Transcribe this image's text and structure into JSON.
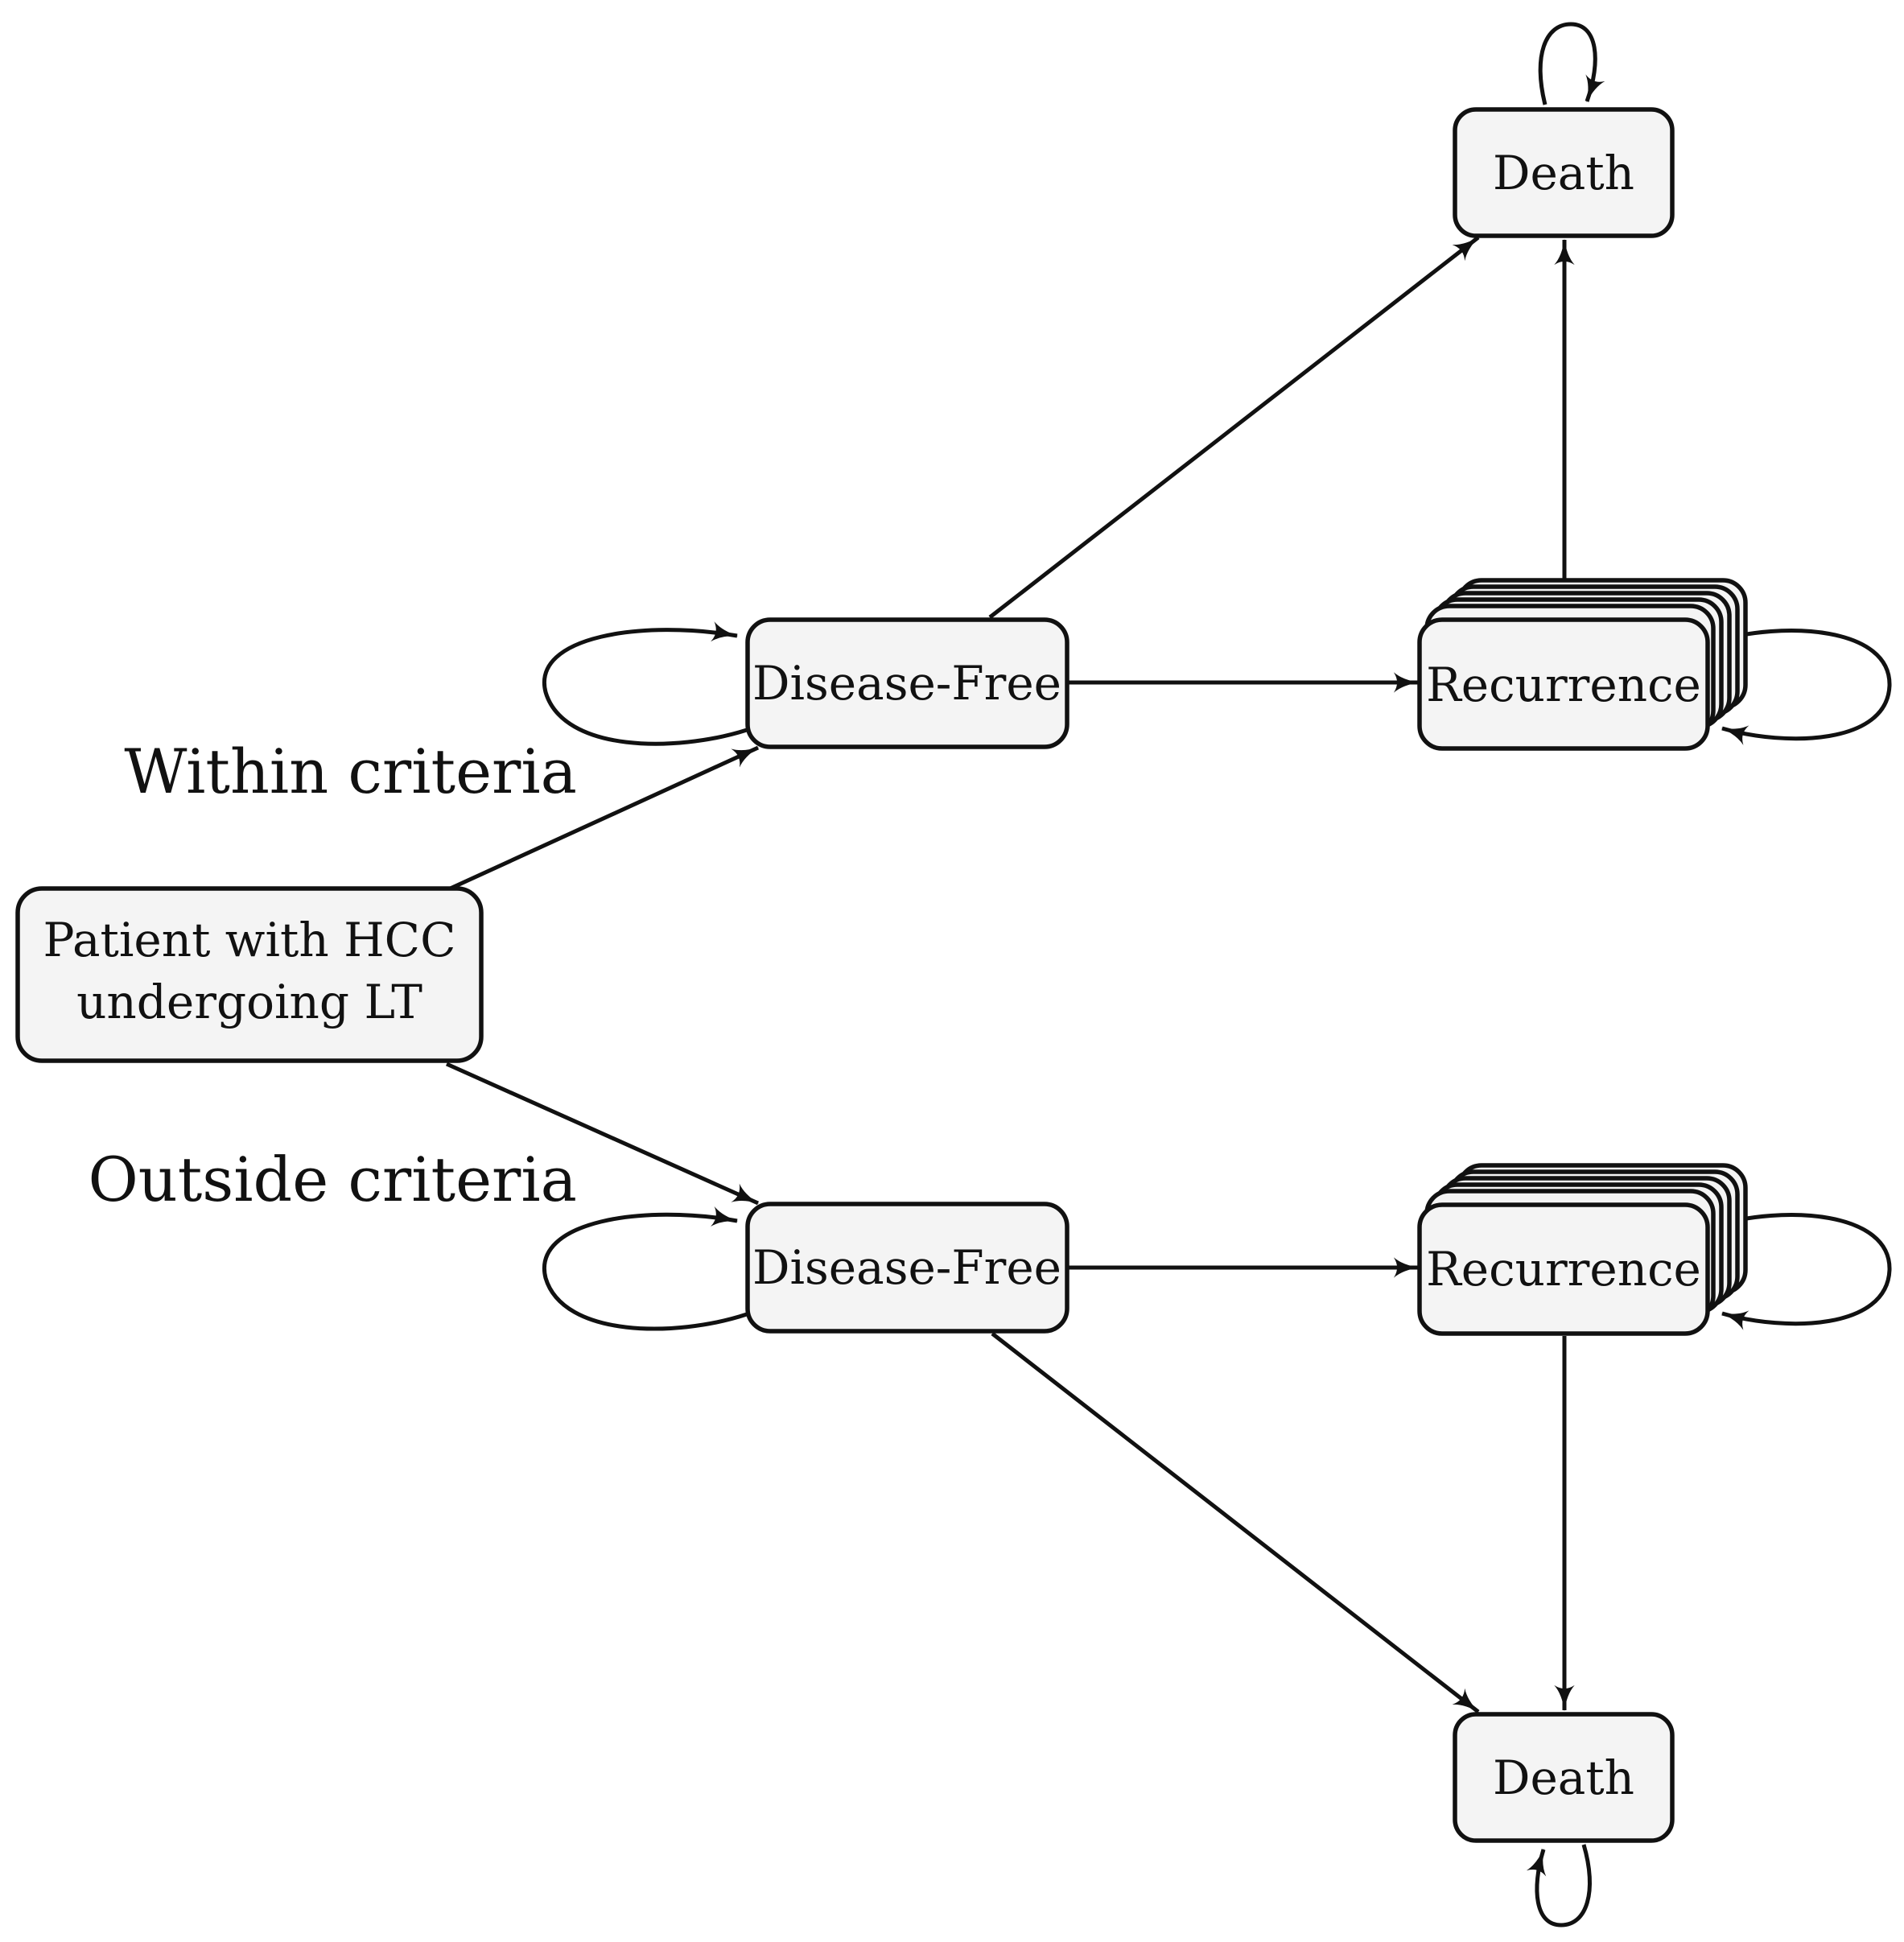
{
  "nodes": {
    "patient": {
      "line1": "Patient with HCC",
      "line2": "undergoing LT"
    },
    "within_disease_free": "Disease-Free",
    "within_recurrence": "Recurrence",
    "within_death": "Death",
    "outside_disease_free": "Disease-Free",
    "outside_recurrence": "Recurrence",
    "outside_death": "Death"
  },
  "labels": {
    "within": "Within criteria",
    "outside": "Outside criteria"
  },
  "colors": {
    "box_fill": "#f4f4f4",
    "stroke": "#111111"
  }
}
